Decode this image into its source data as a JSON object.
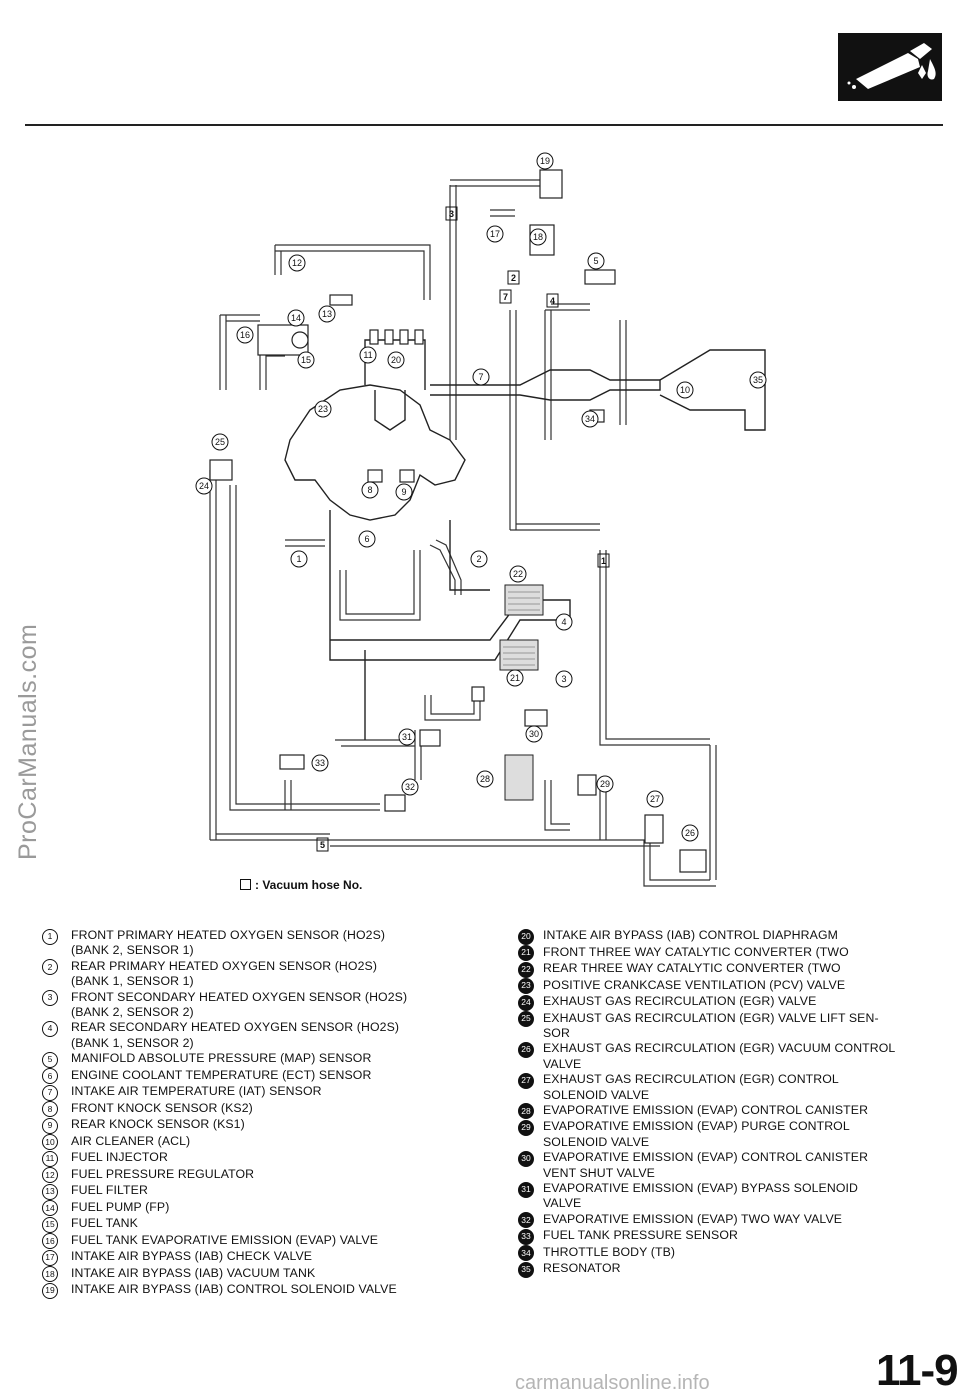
{
  "header": {
    "icon": "fuel-nozzle-icon"
  },
  "diagram": {
    "title": "",
    "vacuum_hose_numbers": [
      "1",
      "2",
      "3",
      "4",
      "5",
      "7"
    ],
    "callout_numbers": [
      "1",
      "2",
      "3",
      "4",
      "5",
      "6",
      "7",
      "8",
      "9",
      "10",
      "11",
      "12",
      "13",
      "14",
      "15",
      "16",
      "17",
      "18",
      "19",
      "20",
      "21",
      "22",
      "23",
      "24",
      "25",
      "26",
      "27",
      "28",
      "29",
      "30",
      "31",
      "32",
      "33",
      "34",
      "35"
    ]
  },
  "legend": {
    "caption": ": Vacuum hose No."
  },
  "parts_left": [
    {
      "num": "1",
      "text": "FRONT PRIMARY HEATED OXYGEN SENSOR (HO2S)\n(BANK 2, SENSOR 1)"
    },
    {
      "num": "2",
      "text": "REAR PRIMARY HEATED OXYGEN SENSOR (HO2S)\n(BANK 1, SENSOR 1)"
    },
    {
      "num": "3",
      "text": "FRONT SECONDARY HEATED OXYGEN SENSOR (HO2S)\n(BANK 2, SENSOR 2)"
    },
    {
      "num": "4",
      "text": "REAR SECONDARY HEATED OXYGEN SENSOR (HO2S)\n(BANK 1, SENSOR 2)"
    },
    {
      "num": "5",
      "text": "MANIFOLD ABSOLUTE PRESSURE (MAP) SENSOR"
    },
    {
      "num": "6",
      "text": "ENGINE COOLANT TEMPERATURE (ECT) SENSOR"
    },
    {
      "num": "7",
      "text": "INTAKE AIR TEMPERATURE (IAT) SENSOR"
    },
    {
      "num": "8",
      "text": "FRONT KNOCK SENSOR (KS2)"
    },
    {
      "num": "9",
      "text": "REAR KNOCK SENSOR (KS1)"
    },
    {
      "num": "10",
      "text": "AIR CLEANER (ACL)"
    },
    {
      "num": "11",
      "text": "FUEL INJECTOR"
    },
    {
      "num": "12",
      "text": "FUEL PRESSURE REGULATOR"
    },
    {
      "num": "13",
      "text": "FUEL FILTER"
    },
    {
      "num": "14",
      "text": "FUEL PUMP (FP)"
    },
    {
      "num": "15",
      "text": "FUEL TANK"
    },
    {
      "num": "16",
      "text": "FUEL TANK EVAPORATIVE EMISSION (EVAP) VALVE"
    },
    {
      "num": "17",
      "text": "INTAKE AIR BYPASS (IAB) CHECK VALVE"
    },
    {
      "num": "18",
      "text": "INTAKE AIR BYPASS (IAB) VACUUM TANK"
    },
    {
      "num": "19",
      "text": "INTAKE AIR BYPASS (IAB) CONTROL SOLENOID VALVE"
    }
  ],
  "parts_right": [
    {
      "num": "20",
      "text": "INTAKE AIR BYPASS (IAB) CONTROL DIAPHRAGM"
    },
    {
      "num": "21",
      "text": "FRONT THREE WAY CATALYTIC CONVERTER (TWO"
    },
    {
      "num": "22",
      "text": "REAR THREE WAY CATALYTIC CONVERTER (TWO"
    },
    {
      "num": "23",
      "text": "POSITIVE CRANKCASE VENTILATION (PCV) VALVE"
    },
    {
      "num": "24",
      "text": "EXHAUST GAS RECIRCULATION (EGR) VALVE"
    },
    {
      "num": "25",
      "text": "EXHAUST GAS RECIRCULATION (EGR) VALVE LIFT SEN-\nSOR"
    },
    {
      "num": "26",
      "text": "EXHAUST GAS RECIRCULATION (EGR) VACUUM CONTROL\nVALVE"
    },
    {
      "num": "27",
      "text": "EXHAUST GAS RECIRCULATION (EGR) CONTROL\nSOLENOID VALVE"
    },
    {
      "num": "28",
      "text": "EVAPORATIVE EMISSION (EVAP) CONTROL CANISTER"
    },
    {
      "num": "29",
      "text": "EVAPORATIVE EMISSION (EVAP) PURGE CONTROL\nSOLENOID VALVE"
    },
    {
      "num": "30",
      "text": "EVAPORATIVE EMISSION (EVAP) CONTROL CANISTER\nVENT SHUT VALVE"
    },
    {
      "num": "31",
      "text": "EVAPORATIVE EMISSION (EVAP) BYPASS SOLENOID\nVALVE"
    },
    {
      "num": "32",
      "text": "EVAPORATIVE EMISSION (EVAP) TWO WAY VALVE"
    },
    {
      "num": "33",
      "text": "FUEL TANK PRESSURE SENSOR"
    },
    {
      "num": "34",
      "text": "THROTTLE BODY (TB)"
    },
    {
      "num": "35",
      "text": "RESONATOR"
    }
  ],
  "page": {
    "number": "11-9",
    "watermark": "ProCarManuals.com",
    "footer_url": "carmanualsonline.info"
  }
}
